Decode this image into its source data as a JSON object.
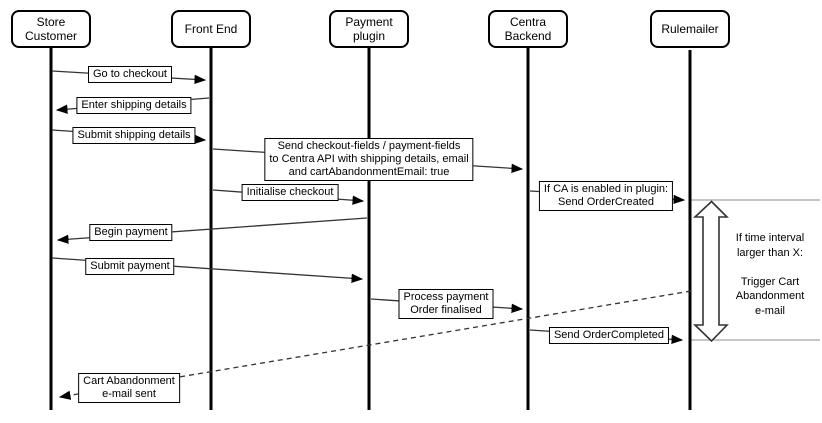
{
  "diagram": {
    "type": "sequence-diagram",
    "actors": [
      {
        "id": "store-customer",
        "label": "Store\nCustomer"
      },
      {
        "id": "front-end",
        "label": "Front End"
      },
      {
        "id": "payment-plugin",
        "label": "Payment\nplugin"
      },
      {
        "id": "centra-backend",
        "label": "Centra\nBackend"
      },
      {
        "id": "rulemailer",
        "label": "Rulemailer"
      }
    ],
    "messages": [
      {
        "from": "Store Customer",
        "to": "Front End",
        "label": "Go to checkout",
        "style": "solid"
      },
      {
        "from": "Front End",
        "to": "Store Customer",
        "label": "Enter shipping details",
        "style": "solid"
      },
      {
        "from": "Store Customer",
        "to": "Front End",
        "label": "Submit shipping details",
        "style": "solid"
      },
      {
        "from": "Front End",
        "to": "Centra Backend",
        "label": "Send checkout-fields / payment-fields\nto Centra API with shipping details, email\nand cartAbandonmentEmail: true",
        "style": "solid"
      },
      {
        "from": "Front End",
        "to": "Payment plugin",
        "label": "Initialise checkout",
        "style": "solid"
      },
      {
        "from": "Centra Backend",
        "to": "Rulemailer",
        "label": "If CA is enabled in plugin:\nSend OrderCreated",
        "style": "solid"
      },
      {
        "from": "Payment plugin",
        "to": "Store Customer",
        "label": "Begin payment",
        "style": "solid"
      },
      {
        "from": "Store Customer",
        "to": "Payment plugin",
        "label": "Submit payment",
        "style": "solid"
      },
      {
        "from": "Payment plugin",
        "to": "Centra Backend",
        "label": "Process payment\nOrder finalised",
        "style": "solid"
      },
      {
        "from": "Centra Backend",
        "to": "Rulemailer",
        "label": "Send OrderCompleted",
        "style": "solid"
      },
      {
        "from": "Rulemailer",
        "to": "Store Customer",
        "label": "Cart Abandonment\ne-mail sent",
        "style": "dashed"
      }
    ],
    "note": {
      "label": "If time interval\nlarger than X:\n\nTrigger Cart\nAbandonment\ne-mail"
    },
    "colors": {
      "background": "#ffffff",
      "line": "#000000",
      "message_line": "#333333",
      "interval_bound_line": "#8c8c8c"
    }
  }
}
